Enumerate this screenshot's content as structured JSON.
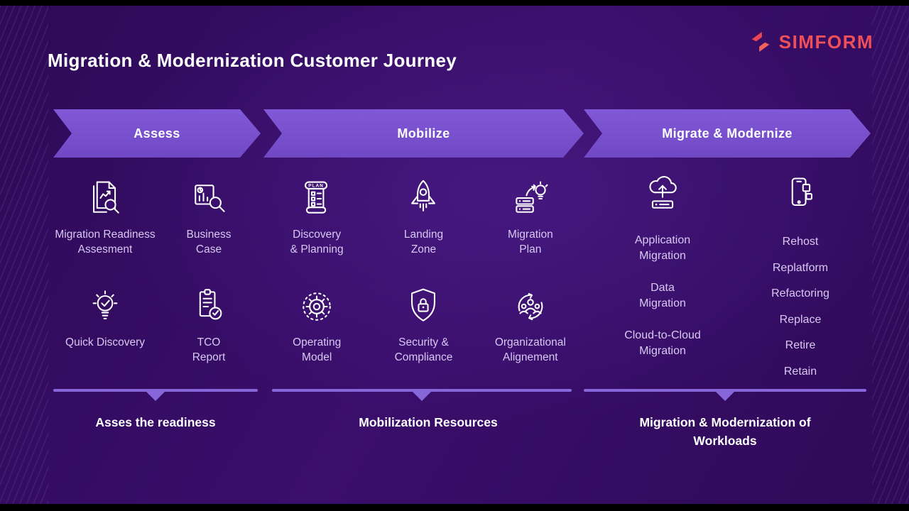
{
  "header": {
    "title": "Migration & Modernization Customer Journey",
    "brand": "SIMFORM"
  },
  "colors": {
    "background": "#3A0E6B",
    "banner_purple": "#7A52CE",
    "timeline_purple": "#8766D9",
    "label_lavender": "#D8C9F4",
    "brand_red": "#EF4F58",
    "text_white": "#FFFFFF"
  },
  "icons": {
    "plan_text": "PLAN"
  },
  "stages": [
    {
      "label": "Assess",
      "items": [
        {
          "icon": "document-search-icon",
          "label": "Migration Readiness\nAssesment"
        },
        {
          "icon": "chart-search-icon",
          "label": "Business\nCase"
        },
        {
          "icon": "lightbulb-check-icon",
          "label": "Quick Discovery"
        },
        {
          "icon": "report-check-icon",
          "label": "TCO\nReport"
        }
      ],
      "footer": "Asses the readiness"
    },
    {
      "label": "Mobilize",
      "items": [
        {
          "icon": "plan-scroll-icon",
          "label": "Discovery\n& Planning"
        },
        {
          "icon": "rocket-icon",
          "label": "Landing\nZone"
        },
        {
          "icon": "server-idea-icon",
          "label": "Migration\nPlan"
        },
        {
          "icon": "gear-icon",
          "label": "Operating\nModel"
        },
        {
          "icon": "shield-lock-icon",
          "label": "Security &\nCompliance"
        },
        {
          "icon": "people-cycle-icon",
          "label": "Organizational\nAlignement"
        }
      ],
      "footer": "Mobilization Resources"
    },
    {
      "label": "Migrate & Modernize",
      "columns": [
        {
          "icon": "cloud-upload-server-icon",
          "items": [
            "Application\nMigration",
            "Data\nMigration",
            "Cloud-to-Cloud\nMigration"
          ]
        },
        {
          "icon": "mobile-apps-icon",
          "items": [
            "Rehost",
            "Replatform",
            "Refactoring",
            "Replace",
            "Retire",
            "Retain"
          ]
        }
      ],
      "footer": "Migration & Modernization of\nWorkloads"
    }
  ]
}
